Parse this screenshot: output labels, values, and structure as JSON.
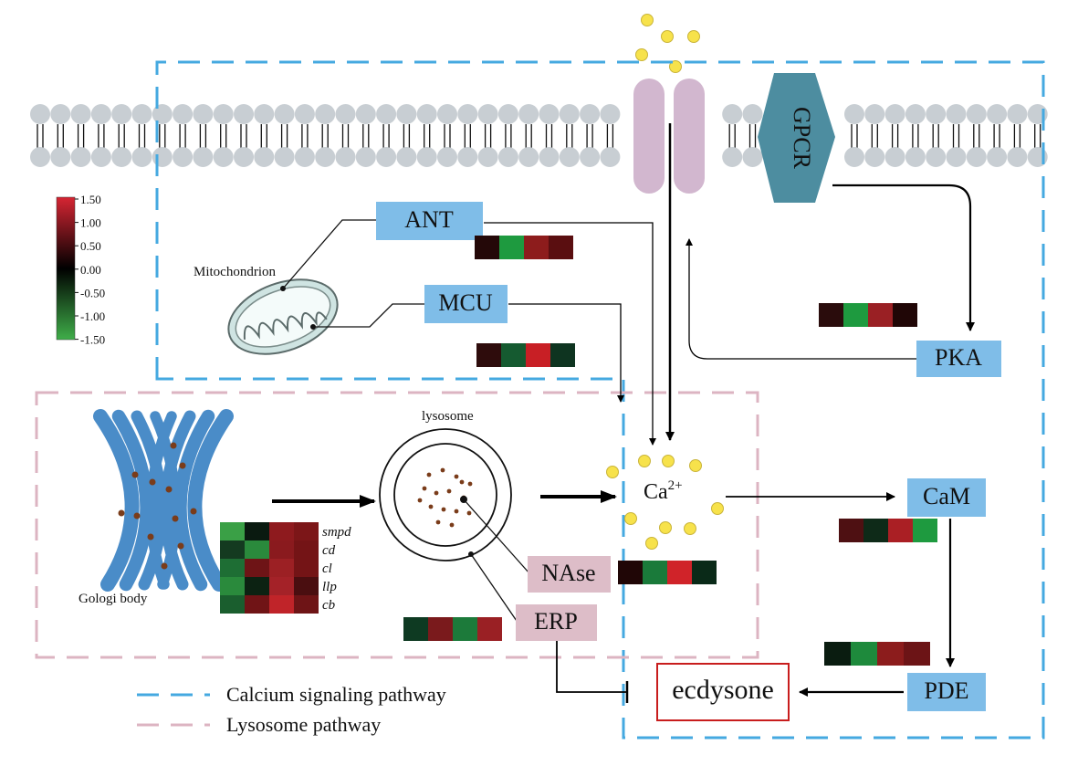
{
  "colors": {
    "calcium_border": "#45a9e0",
    "lysosome_border": "#dcb4c2",
    "label_box": "#7fbde8",
    "lysosome_label_box": "#ddbdc8",
    "channel": "#d2b7cf",
    "gpcr": "#4d8da0",
    "golgi": "#4a8cc8",
    "membrane_head": "#c8ced3",
    "ca_ion": "#f7e24b",
    "ecdysone_border": "#c81d1d",
    "arrow": "#000000"
  },
  "colorbar": {
    "ticks": [
      "1.50",
      "1.00",
      "0.50",
      "0.00",
      "-0.50",
      "-1.00",
      "-1.50"
    ],
    "min": -1.5,
    "max": 1.5,
    "low_color": "#3fae49",
    "mid_color": "#000000",
    "high_color": "#d62533"
  },
  "labels": {
    "gpcr": "GPCR",
    "ant": "ANT",
    "mcu": "MCU",
    "pka": "PKA",
    "cam": "CaM",
    "pde": "PDE",
    "nase": "NAse",
    "erp": "ERP",
    "ecdysone": "ecdysone",
    "mitochondrion": "Mitochondrion",
    "lysosome": "lysosome",
    "golgi": "Gologi body",
    "ca_base": "Ca",
    "ca_sup": "2+"
  },
  "heatmap_genes": [
    "smpd",
    "cd",
    "cl",
    "llp",
    "cb"
  ],
  "heatmaps": {
    "ant": [
      "#240808",
      "#1e9a3f",
      "#8d1c1c",
      "#5a0e10"
    ],
    "mcu": [
      "#2e0c0c",
      "#155a30",
      "#c81f25",
      "#0e3420"
    ],
    "pka": [
      "#2a0c0c",
      "#1e9a3f",
      "#9a2024",
      "#200606"
    ],
    "cam": [
      "#4e1012",
      "#0e2a18",
      "#aa1f24",
      "#1e9a3f"
    ],
    "nase": [
      "#200606",
      "#1a7a3a",
      "#d02329",
      "#0a2a18"
    ],
    "erp": [
      "#0e3a22",
      "#7a1a1c",
      "#1c7a3a",
      "#9a2024"
    ],
    "pde": [
      "#0a1c10",
      "#1e8a3c",
      "#8c1c1c",
      "#6c1416"
    ],
    "lysosome_genes": [
      [
        "#3aa046",
        "#0a1a10",
        "#8e1a1e",
        "#7c1618"
      ],
      [
        "#143a20",
        "#2a8a3c",
        "#8a1a1e",
        "#741416"
      ],
      [
        "#1e6e34",
        "#6e1416",
        "#9c2024",
        "#741416"
      ],
      [
        "#2a8a3c",
        "#0c2212",
        "#a42228",
        "#4a0e10"
      ],
      [
        "#1a5e2e",
        "#701416",
        "#c02429",
        "#6e1416"
      ]
    ]
  },
  "legend": {
    "calcium": "Calcium signaling pathway",
    "lysosome": "Lysosome pathway"
  }
}
